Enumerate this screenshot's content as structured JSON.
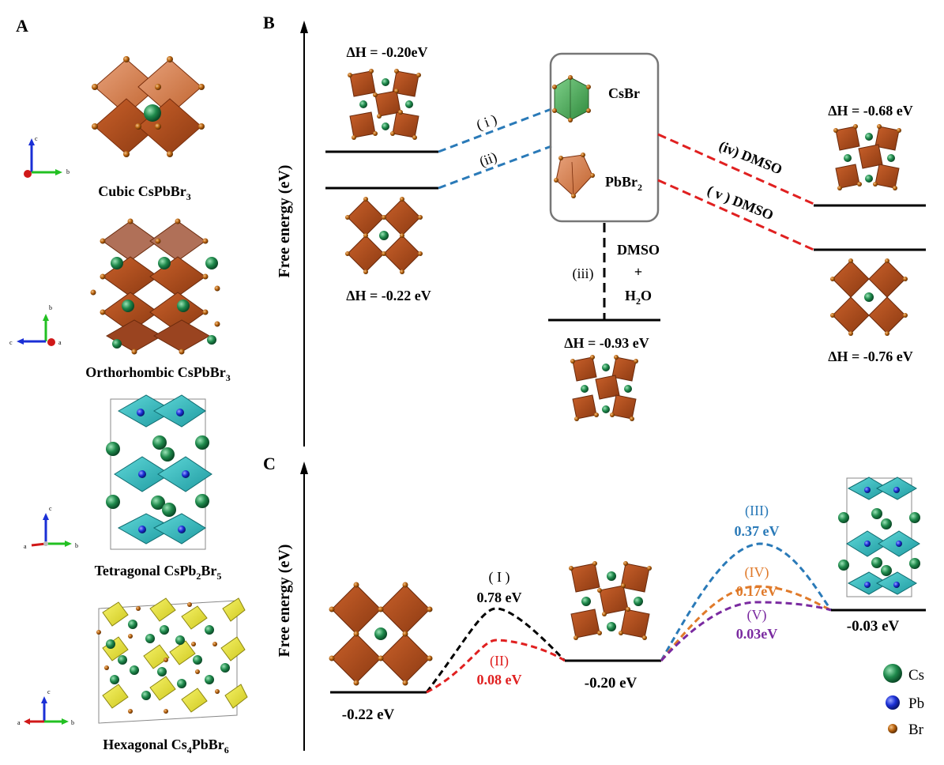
{
  "panels": {
    "a": "A",
    "b": "B",
    "c": "C"
  },
  "panel_a": {
    "structures": [
      {
        "name_pre": "Cubic CsPbBr",
        "sub": "3",
        "post": ""
      },
      {
        "name_pre": "Orthorhombic CsPbBr",
        "sub": "3",
        "post": ""
      },
      {
        "name_pre": "Tetragonal CsPb",
        "sub": "2",
        "mid": "Br",
        "sub2": "5"
      },
      {
        "name_pre": "Hexagonal Cs",
        "sub": "4",
        "mid": "PbBr",
        "sub2": "6"
      }
    ],
    "axes_labels": [
      {
        "up": "c",
        "right": "b"
      },
      {
        "up": "b",
        "left": "c",
        "right": "a"
      },
      {
        "up": "c",
        "left": "a",
        "right": "b"
      },
      {
        "up": "c",
        "left": "a",
        "right": "b"
      }
    ]
  },
  "panel_b": {
    "ylabel": "Free energy (eV)",
    "left_top_dh": "ΔH = -0.20eV",
    "left_bottom_dh": "ΔH = -0.22 eV",
    "path_i": "( i )",
    "path_ii": "(ii)",
    "csbr": "CsBr",
    "pbbr2_pre": "PbBr",
    "pbbr2_sub": "2",
    "path_iii": "(iii)",
    "dmso_h2o": [
      "DMSO",
      "+",
      "H",
      "2",
      "O"
    ],
    "center_dh": "ΔH = -0.93 eV",
    "path_iv": "(iv) DMSO",
    "path_v": "( v ) DMSO",
    "right_top_dh": "ΔH = -0.68 eV",
    "right_bottom_dh": "ΔH = -0.76 eV"
  },
  "panel_c": {
    "ylabel": "Free energy (eV)",
    "level_1": "-0.22 eV",
    "level_2": "-0.20 eV",
    "level_3": "-0.03 eV",
    "barrier_I_label": "( I )",
    "barrier_I_value": "0.78 eV",
    "barrier_II_label": "(II)",
    "barrier_II_value": "0.08 eV",
    "barrier_III_label": "(III)",
    "barrier_III_value": "0.37 eV",
    "barrier_IV_label": "(IV)",
    "barrier_IV_value": "0.17eV",
    "barrier_V_label": "(V)",
    "barrier_V_value": "0.03eV"
  },
  "legend": [
    {
      "symbol": "Cs",
      "color": "#1f8a4c"
    },
    {
      "symbol": "Pb",
      "color": "#1a2fd6"
    },
    {
      "symbol": "Br",
      "color": "#b8620e"
    }
  ],
  "colors": {
    "octahedron": "#b5501c",
    "octahedron_dark": "#8a3a12",
    "cs_green": "#1f8a4c",
    "br_node": "#c47a2a",
    "teal": "#2bb5b8",
    "yellow": "#e7e23a",
    "blue_path": "#2a7ab8",
    "red_path": "#e02020",
    "orange_path": "#e07a2a",
    "purple_path": "#7a2aa0"
  }
}
